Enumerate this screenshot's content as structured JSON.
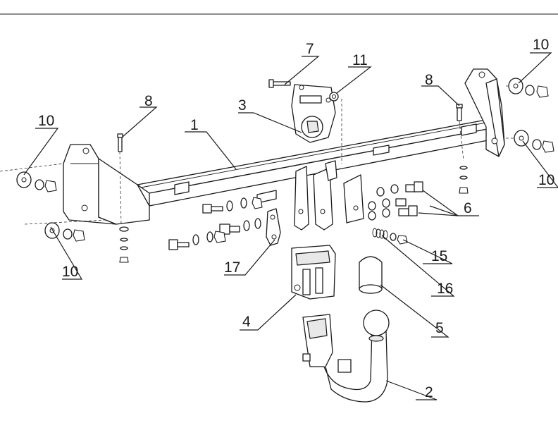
{
  "callouts": {
    "c1": "1",
    "c2": "2",
    "c3": "3",
    "c4": "4",
    "c5": "5",
    "c6": "6",
    "c7": "7",
    "c8a": "8",
    "c8b": "8",
    "c10a": "10",
    "c10b": "10",
    "c10c": "10",
    "c10d": "10",
    "c11": "11",
    "c15": "15",
    "c16": "16",
    "c17": "17"
  }
}
